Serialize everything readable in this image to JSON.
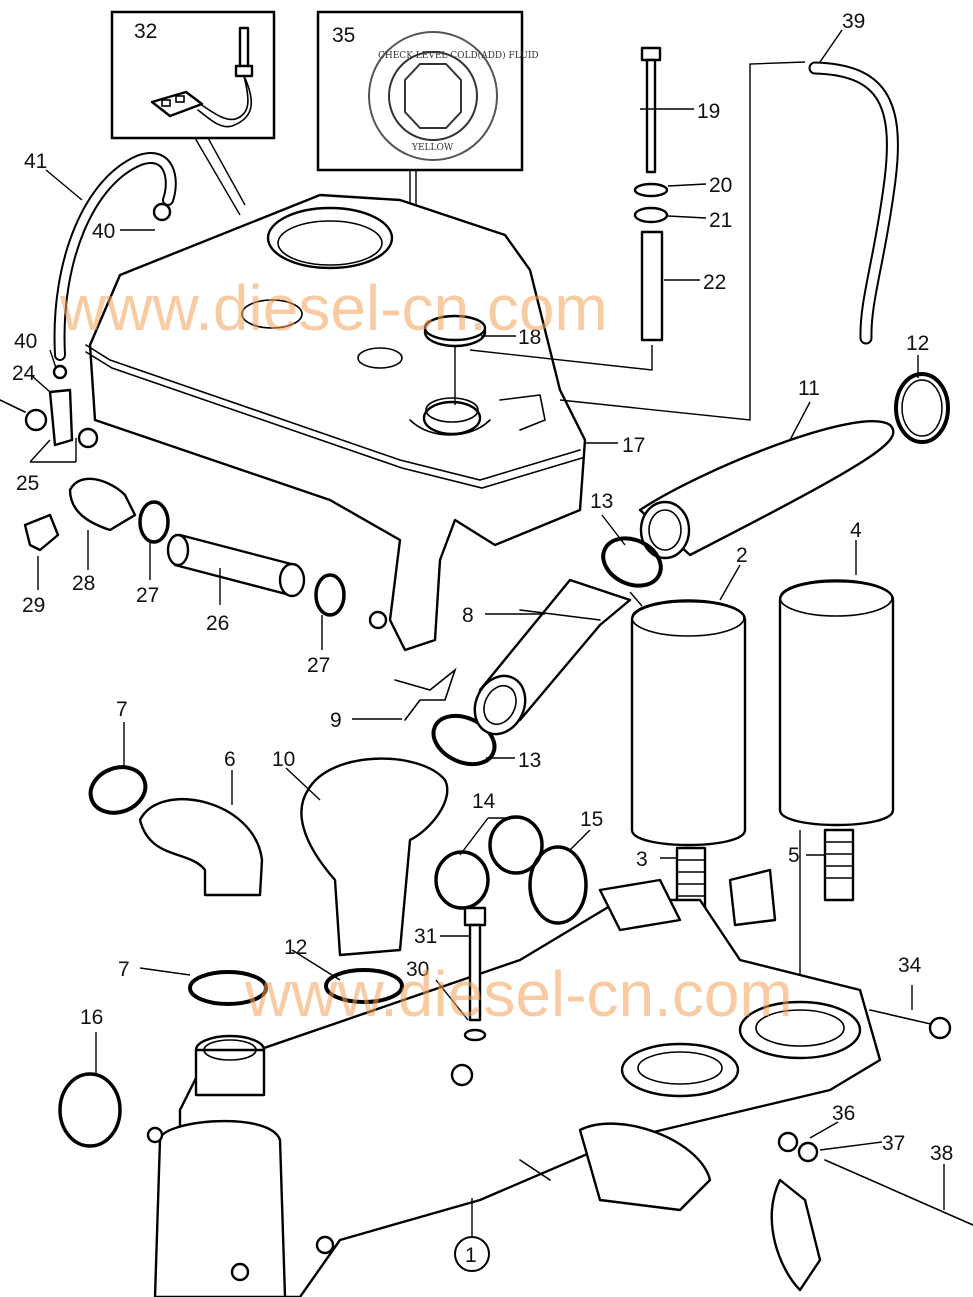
{
  "diagram": {
    "watermark_text": "www.diesel-cn.com",
    "inset_32": {
      "label": "32"
    },
    "inset_35": {
      "label": "35",
      "cap_text_top": "CHECK LEVEL COLD(ADD) FLUID",
      "cap_text_bottom": "YELLOW"
    },
    "parts": [
      {
        "id": "p1",
        "label": "1"
      },
      {
        "id": "p2",
        "label": "2"
      },
      {
        "id": "p3",
        "label": "3"
      },
      {
        "id": "p4",
        "label": "4"
      },
      {
        "id": "p5",
        "label": "5"
      },
      {
        "id": "p6",
        "label": "6"
      },
      {
        "id": "p7a",
        "label": "7"
      },
      {
        "id": "p7b",
        "label": "7"
      },
      {
        "id": "p8",
        "label": "8"
      },
      {
        "id": "p9",
        "label": "9"
      },
      {
        "id": "p10",
        "label": "10"
      },
      {
        "id": "p11",
        "label": "11"
      },
      {
        "id": "p12a",
        "label": "12"
      },
      {
        "id": "p12b",
        "label": "12"
      },
      {
        "id": "p13a",
        "label": "13"
      },
      {
        "id": "p13b",
        "label": "13"
      },
      {
        "id": "p14",
        "label": "14"
      },
      {
        "id": "p15",
        "label": "15"
      },
      {
        "id": "p16",
        "label": "16"
      },
      {
        "id": "p17",
        "label": "17"
      },
      {
        "id": "p18",
        "label": "18"
      },
      {
        "id": "p19",
        "label": "19"
      },
      {
        "id": "p20",
        "label": "20"
      },
      {
        "id": "p21",
        "label": "21"
      },
      {
        "id": "p22",
        "label": "22"
      },
      {
        "id": "p23",
        "label": "3"
      },
      {
        "id": "p24",
        "label": "24"
      },
      {
        "id": "p25",
        "label": "25"
      },
      {
        "id": "p26",
        "label": "26"
      },
      {
        "id": "p27a",
        "label": "27"
      },
      {
        "id": "p27b",
        "label": "27"
      },
      {
        "id": "p28",
        "label": "28"
      },
      {
        "id": "p29",
        "label": "29"
      },
      {
        "id": "p30",
        "label": "30"
      },
      {
        "id": "p31",
        "label": "31"
      },
      {
        "id": "p34",
        "label": "34"
      },
      {
        "id": "p36",
        "label": "36"
      },
      {
        "id": "p37",
        "label": "37"
      },
      {
        "id": "p38",
        "label": "38"
      },
      {
        "id": "p39",
        "label": "39"
      },
      {
        "id": "p40a",
        "label": "40"
      },
      {
        "id": "p40b",
        "label": "40"
      },
      {
        "id": "p41",
        "label": "41"
      }
    ]
  }
}
